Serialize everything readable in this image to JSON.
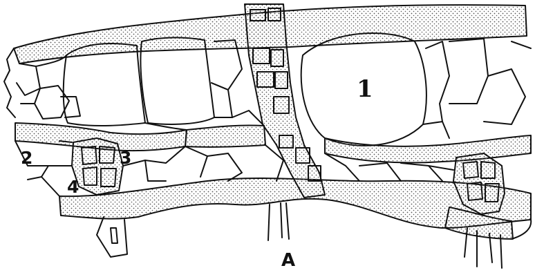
{
  "labels": {
    "one": "1",
    "two": "2",
    "three": "3",
    "four": "4",
    "figure_letter": "A"
  },
  "colors": {
    "ink": "#111111",
    "paper": "#ffffff",
    "stipple": "#555555"
  }
}
